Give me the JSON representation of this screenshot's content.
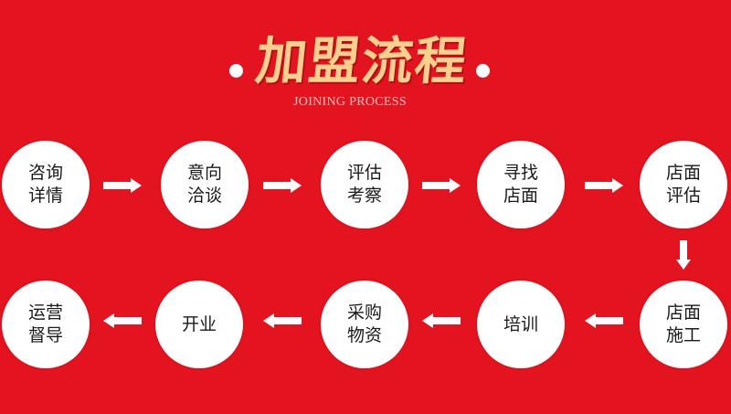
{
  "header": {
    "title": "加盟流程",
    "subtitle": "JOINING PROCESS"
  },
  "colors": {
    "background": "#E3141F",
    "title": "#F9D08E",
    "subtitle": "#F6BFC0",
    "circle": "#FFFFFF",
    "arrow": "#FFFFFF",
    "text": "#1A1A1A"
  },
  "steps": [
    {
      "label": "咨询详情"
    },
    {
      "label": "意向洽谈"
    },
    {
      "label": "评估考察"
    },
    {
      "label": "寻找店面"
    },
    {
      "label": "店面评估"
    },
    {
      "label": "店面施工"
    },
    {
      "label": "培训"
    },
    {
      "label": "采购物资"
    },
    {
      "label": "开业"
    },
    {
      "label": "运营督导"
    }
  ],
  "arrows": [
    {
      "icon": "arrow-right-icon"
    },
    {
      "icon": "arrow-right-icon"
    },
    {
      "icon": "arrow-right-icon"
    },
    {
      "icon": "arrow-right-icon"
    },
    {
      "icon": "arrow-down-icon"
    },
    {
      "icon": "arrow-left-icon"
    },
    {
      "icon": "arrow-left-icon"
    },
    {
      "icon": "arrow-left-icon"
    },
    {
      "icon": "arrow-left-icon"
    }
  ]
}
